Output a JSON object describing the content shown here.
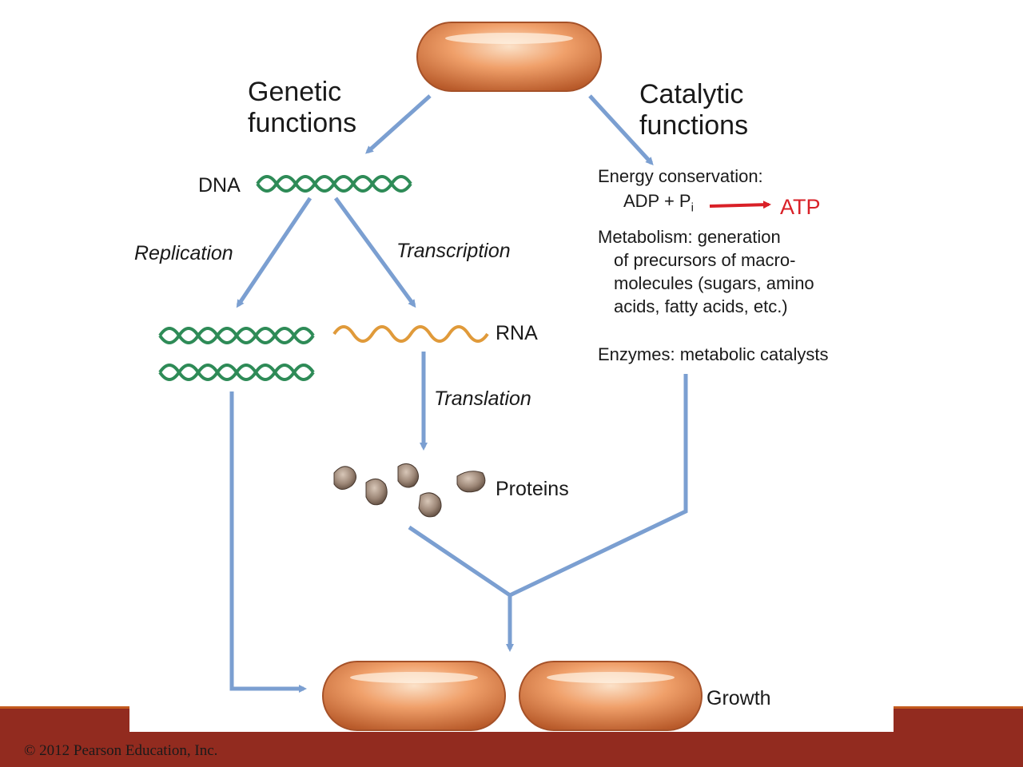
{
  "labels": {
    "genetic": [
      "Genetic",
      "functions"
    ],
    "catalytic": [
      "Catalytic",
      "functions"
    ],
    "dna": "DNA",
    "replication": "Replication",
    "transcription": "Transcription",
    "rna": "RNA",
    "translation": "Translation",
    "proteins": "Proteins",
    "energy": "Energy conservation:",
    "adp_pi": "ADP + P",
    "pi_subscript": "i",
    "atp": "ATP",
    "metabolism": [
      "Metabolism: generation",
      "of precursors of macro-",
      "molecules (sugars, amino",
      "acids, fatty acids, etc.)"
    ],
    "enzymes": "Enzymes: metabolic catalysts",
    "growth": "Growth"
  },
  "footer": {
    "copyright": "© 2012 Pearson Education, Inc."
  },
  "colors": {
    "arrow": "#7b9fd1",
    "cell": "#e8905a",
    "dna": "#2e8b57",
    "rna": "#e09a3a",
    "atp_arrow": "#d92027",
    "footer": "#922b1f"
  }
}
